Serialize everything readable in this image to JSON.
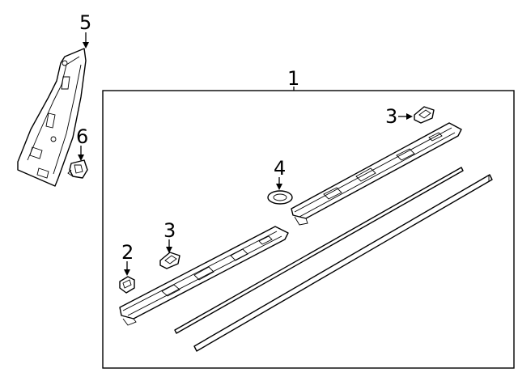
{
  "callouts": {
    "c1": "1",
    "c2": "2",
    "c3a": "3",
    "c3b": "3",
    "c4": "4",
    "c5": "5",
    "c6": "6"
  },
  "colors": {
    "line": "#000000",
    "background": "#ffffff"
  }
}
